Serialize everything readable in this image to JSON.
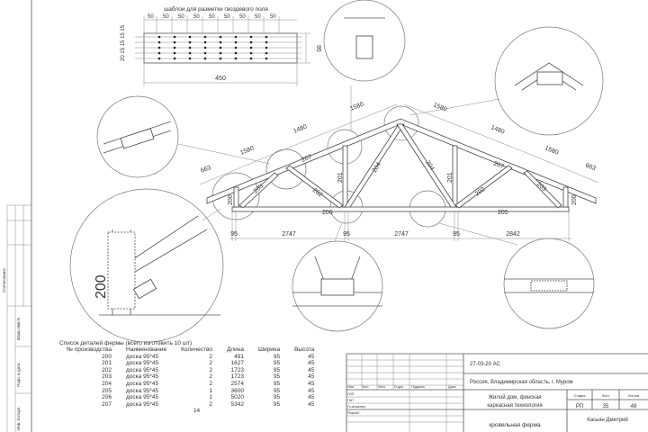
{
  "template": {
    "title": "шаблон для разметки гвоздевого поля",
    "spacings": [
      "50",
      "50",
      "50",
      "50",
      "50",
      "50",
      "50",
      "50",
      "50"
    ],
    "left_dims": [
      "15",
      "15",
      "15",
      "15",
      "20"
    ],
    "height": "95",
    "length": "450"
  },
  "truss": {
    "top_dims": [
      "663",
      "1580",
      "1480",
      "1580",
      "1580",
      "1480",
      "1580",
      "663"
    ],
    "bottom_dims": [
      "95",
      "2747",
      "95",
      "2747",
      "95",
      "2842"
    ],
    "members": {
      "m200": "200",
      "m201": "201",
      "m202": "202",
      "m203": "203",
      "m204": "204",
      "m205": "205",
      "m206": "206",
      "m207": "207"
    },
    "detail_label": "200"
  },
  "parts": {
    "title": "Список деталей фермы (всего изготовить 10 шт)",
    "headers": [
      "№ производства",
      "Наименование",
      "Количество",
      "Длина",
      "Ширина",
      "Высота"
    ],
    "rows": [
      [
        "200",
        "доска 95*45",
        "2",
        "491",
        "95",
        "45"
      ],
      [
        "201",
        "доска 95*45",
        "2",
        "1627",
        "95",
        "45"
      ],
      [
        "202",
        "доска 95*45",
        "2",
        "1723",
        "95",
        "45"
      ],
      [
        "203",
        "доска 95*45",
        "2",
        "1723",
        "95",
        "45"
      ],
      [
        "204",
        "доска 95*45",
        "2",
        "2574",
        "95",
        "45"
      ],
      [
        "205",
        "доска 95*45",
        "1",
        "3600",
        "95",
        "45"
      ],
      [
        "206",
        "доска 95*45",
        "1",
        "5020",
        "95",
        "45"
      ],
      [
        "207",
        "доска 95*45",
        "2",
        "5342",
        "95",
        "45"
      ]
    ],
    "total": "14"
  },
  "title_block": {
    "code": "27-03-20 АС",
    "location": "Россия, Владимирская область, г. Муром",
    "project_line1": "Жилой дом, финская",
    "project_line2": "каркасная технология",
    "sheet_title": "кровельная ферма",
    "stage_label": "Стадия",
    "sheet_label": "Лист",
    "sheets_label": "Листов",
    "stage": "РП",
    "sheet": "35",
    "sheets": "48",
    "author": "Касьян Дмитрий",
    "col_headers": [
      "Изм",
      "Кол",
      "Лист",
      "N док",
      "Подпись",
      "Дата"
    ],
    "roles": [
      "ГИП",
      "ГАП",
      "Гл.инженер",
      "Разраб."
    ]
  },
  "margin": {
    "labels": [
      "Согласовано",
      "Взам. инв.N",
      "Подп. и дата",
      "Инв. N подл."
    ]
  }
}
